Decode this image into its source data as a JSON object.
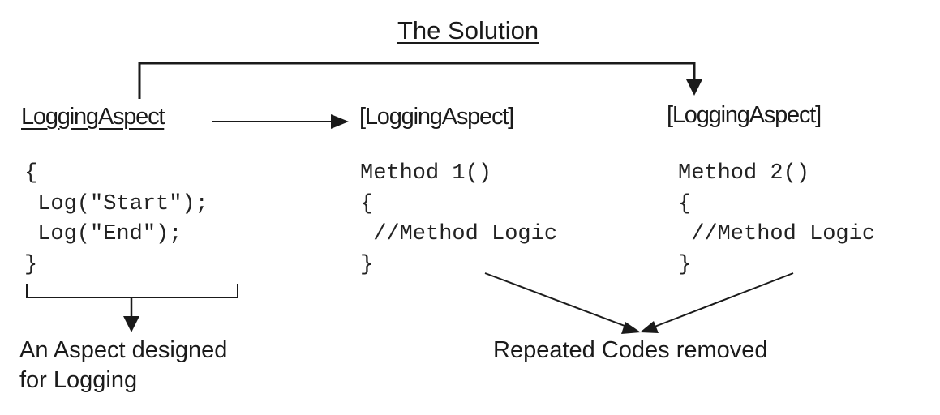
{
  "title": "The Solution",
  "aspect_definition": {
    "label": "LoggingAspect",
    "code_lines": [
      "{",
      " Log(\"Start\");",
      " Log(\"End\");",
      "}"
    ]
  },
  "method1": {
    "attribute": "[LoggingAspect]",
    "code_lines": [
      "Method 1()",
      "{",
      " //Method Logic",
      "}"
    ]
  },
  "method2": {
    "attribute": "[LoggingAspect]",
    "code_lines": [
      "Method 2()",
      "{",
      " //Method Logic",
      "}"
    ]
  },
  "captions": {
    "aspect_caption_line1": "An Aspect designed",
    "aspect_caption_line2": "for Logging",
    "removed_caption": "Repeated Codes removed"
  }
}
